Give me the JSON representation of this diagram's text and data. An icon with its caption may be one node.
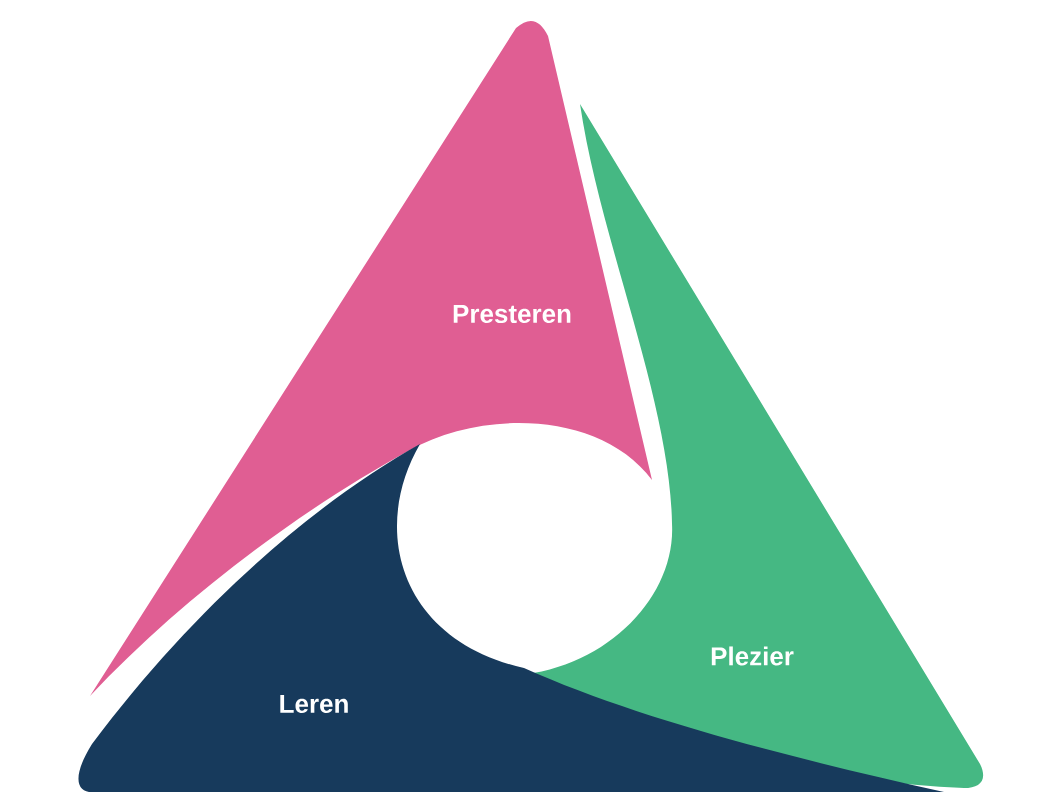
{
  "diagram": {
    "nodes": [
      {
        "text": [
          "Presteren"
        ]
      },
      {
        "text": [
          "Plezier"
        ]
      },
      {
        "text": [
          "Leren"
        ]
      }
    ]
  }
}
